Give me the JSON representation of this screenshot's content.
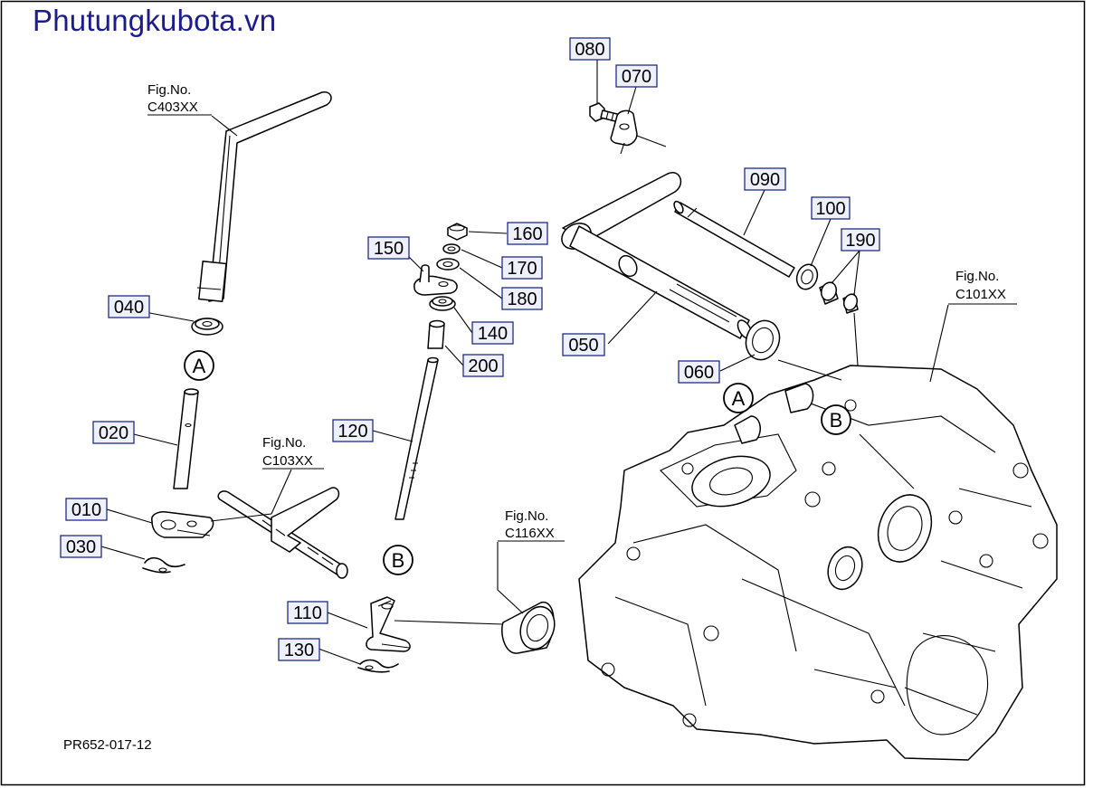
{
  "site": {
    "brand": "Phutungkubota.vn"
  },
  "drawing": {
    "code": "PR652-017-12"
  },
  "parts": [
    {
      "id": "p080",
      "label": "080"
    },
    {
      "id": "p070",
      "label": "070"
    },
    {
      "id": "p090",
      "label": "090"
    },
    {
      "id": "p100",
      "label": "100"
    },
    {
      "id": "p190",
      "label": "190"
    },
    {
      "id": "p160",
      "label": "160"
    },
    {
      "id": "p150",
      "label": "150"
    },
    {
      "id": "p170",
      "label": "170"
    },
    {
      "id": "p180",
      "label": "180"
    },
    {
      "id": "p140",
      "label": "140"
    },
    {
      "id": "p200",
      "label": "200"
    },
    {
      "id": "p050",
      "label": "050"
    },
    {
      "id": "p060",
      "label": "060"
    },
    {
      "id": "p040",
      "label": "040"
    },
    {
      "id": "p020",
      "label": "020"
    },
    {
      "id": "p010",
      "label": "010"
    },
    {
      "id": "p030",
      "label": "030"
    },
    {
      "id": "p120",
      "label": "120"
    },
    {
      "id": "p110",
      "label": "110"
    },
    {
      "id": "p130",
      "label": "130"
    }
  ],
  "figure_refs": [
    {
      "id": "c403",
      "line1": "Fig.No.",
      "line2": "C403XX"
    },
    {
      "id": "c103",
      "line1": "Fig.No.",
      "line2": "C103XX"
    },
    {
      "id": "c116",
      "line1": "Fig.No.",
      "line2": "C116XX"
    },
    {
      "id": "c101",
      "line1": "Fig.No.",
      "line2": "C101XX"
    }
  ],
  "connectors": {
    "a": "A",
    "b": "B"
  }
}
